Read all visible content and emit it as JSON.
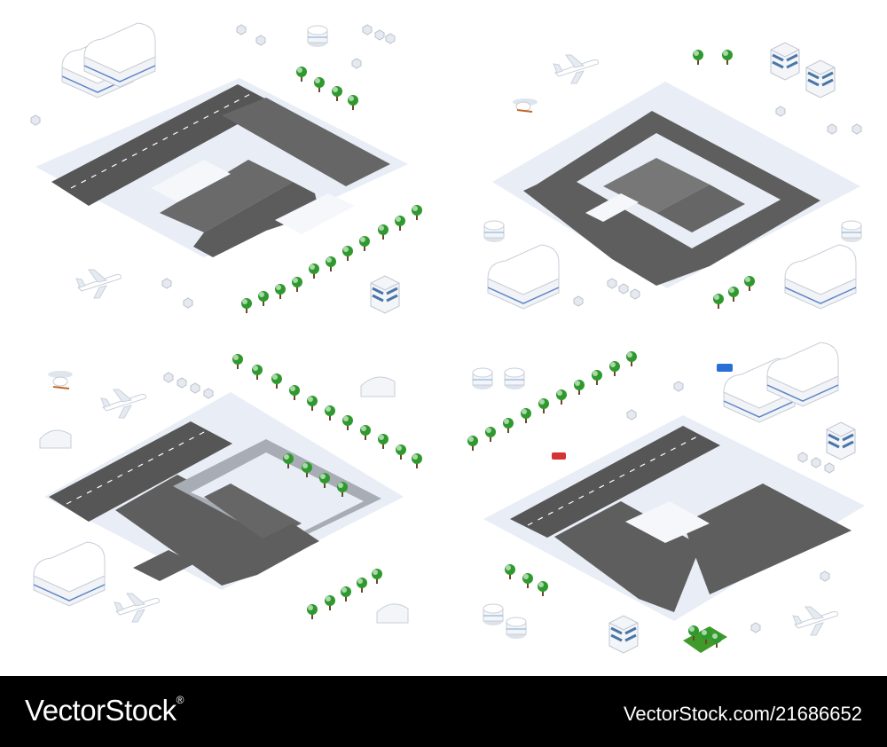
{
  "footer": {
    "brand": "VectorStock",
    "brand_trademark": "®",
    "stock_id": "VectorStock.com/21686652"
  },
  "colors": {
    "snow": "#e8edf6",
    "asphalt": "#565656",
    "apron": "#7a7a7a",
    "tree": "#2e9a2e",
    "building": "#f4f6f9",
    "glass": "#4a76a8",
    "footer_bg": "#000000"
  },
  "icons": {
    "airport_tiles": "isometric-airport-tile",
    "aircraft": "airplane-icon",
    "helicopter": "helicopter-icon",
    "hangar": "hangar-icon",
    "tree": "tree-icon"
  }
}
